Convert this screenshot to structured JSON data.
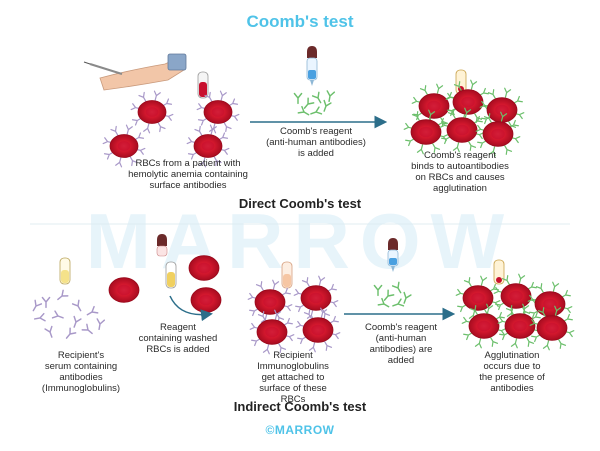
{
  "title": "Coomb's test",
  "watermark": "MARROW",
  "footer": "©MARROW",
  "direct": {
    "heading": "Direct Coomb's test",
    "caption_rbcs": "RBCs from a patient with\nhemolytic anemia containing\nsurface antibodies",
    "caption_reagent": "Coomb's reagent\n(anti-human antibodies)\nis added",
    "caption_result": "Coomb's reagent\nbinds to autoantibodies\non RBCs and causes\nagglutination"
  },
  "indirect": {
    "heading": "Indirect Coomb's test",
    "caption_serum": "Recipient's\nserum containing\nantibodies\n(Immunoglobulins)",
    "caption_washed": "Reagent\ncontaining washed\nRBCs is added",
    "caption_attached": "Recipient\nImmunoglobulins\nget attached to\nsurface of these\nRBCs",
    "caption_reagent": "Coomb's reagent\n(anti-human\nantibodies) are\nadded",
    "caption_result": "Agglutination\noccurs due to\nthe presence of\nantibodies"
  },
  "colors": {
    "title": "#4fc3e8",
    "rbc": "#c8102e",
    "rbc_center": "#e23a4a",
    "surface_antibody": "#a898c8",
    "coombs_reagent": "#6cbf6c",
    "arrow": "#2c6e8a"
  }
}
